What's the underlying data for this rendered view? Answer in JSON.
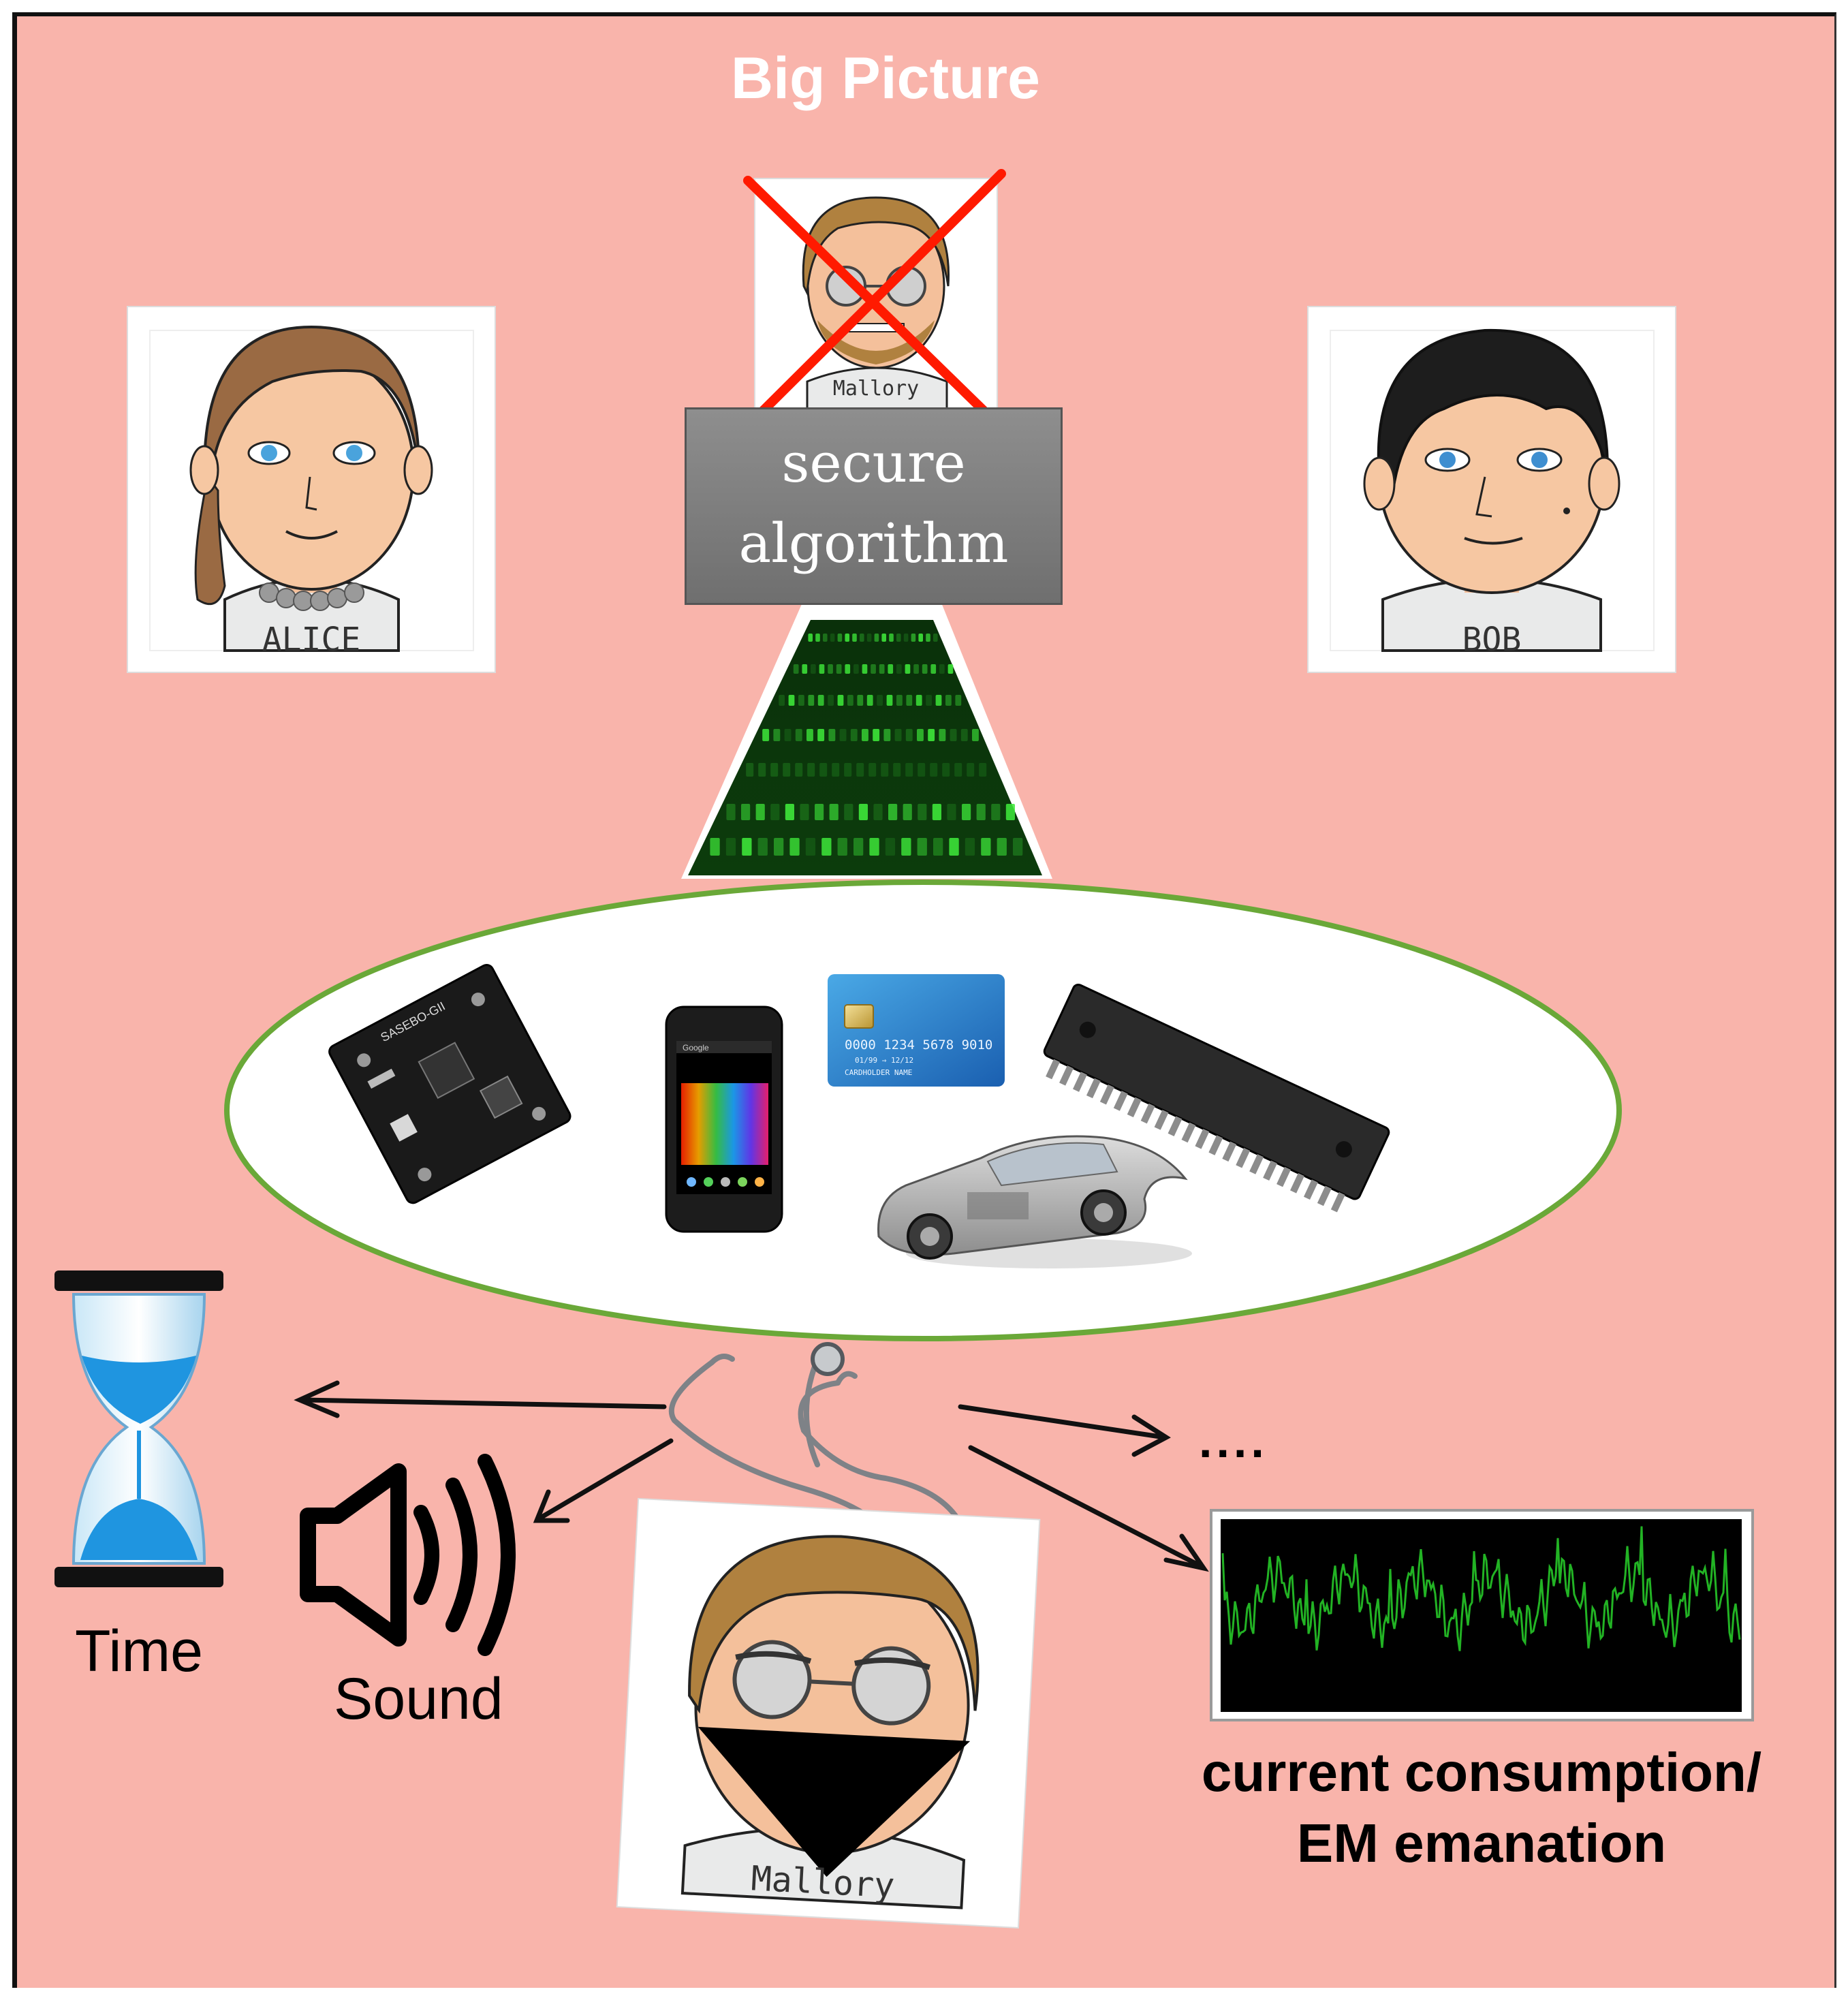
{
  "title": "Big Picture",
  "characters": {
    "alice": "ALICE",
    "bob": "BOB",
    "mallory_top": "Mallory",
    "mallory_bottom": "Mallory"
  },
  "algorithm": {
    "line1": "secure",
    "line2": "algorithm"
  },
  "devices": {
    "card_number": "0000 1234 5678 9010",
    "card_expiry": "01/99 ⇒ 12/12",
    "card_holder": "CARDHOLDER NAME",
    "board_label": "SASEBO-GII",
    "phone_label": "Google"
  },
  "channels": {
    "time": "Time",
    "sound": "Sound",
    "more": "....",
    "power_line1": "current consumption/",
    "power_line2": "EM emanation"
  },
  "colors": {
    "background": "#f9b4ab",
    "ellipse_border": "#6aa838",
    "cross": "#ff1a00",
    "matrix_green": "#3ee83a",
    "trace_green": "#22b324"
  }
}
